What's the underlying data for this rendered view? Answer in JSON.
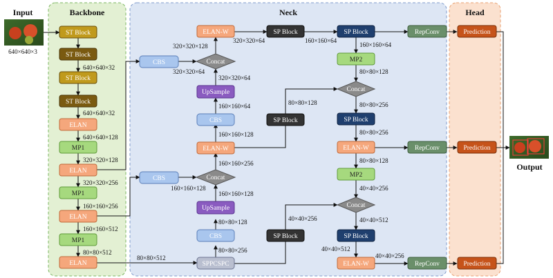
{
  "titles": {
    "input": "Input",
    "backbone": "Backbone",
    "neck": "Neck",
    "head": "Head",
    "output": "Output"
  },
  "input_size": "640×640×3",
  "colors": {
    "backbone_bg": "#e3f0d3",
    "backbone_border": "#7bb661",
    "neck_bg": "#dde6f4",
    "neck_border": "#7f9bcc",
    "head_bg": "#fbe1cf",
    "head_border": "#e8a070",
    "st_block": "#c09a1c",
    "st_block_dark": "#7a5a10",
    "elan": "#f5a77c",
    "mp": "#a6d97e",
    "cbs": "#a9c6ee",
    "upsample": "#8a5bc0",
    "concat": "#8a8a8a",
    "sp_dark": "#333333",
    "sp_blue": "#1f3f6e",
    "repconv": "#6a8f6a",
    "prediction": "#c6531a",
    "sppcspc": "#b9bfd0"
  },
  "nodes": {
    "b_st1": "ST Block",
    "b_st2": "ST Block",
    "b_st3": "ST Block",
    "b_st4": "ST Block",
    "b_elan1": "ELAN",
    "b_mp1": "MP1",
    "b_elan2": "ELAN",
    "b_mp2": "MP1",
    "b_elan3": "ELAN",
    "b_mp3": "MP1",
    "b_elan4": "ELAN",
    "n_elanw1": "ELAN-W",
    "n_sp1": "SP Block",
    "n_sp2": "SP Block",
    "n_repconv1": "RepConv",
    "n_cbs1": "CBS",
    "n_concat1": "Concat",
    "n_mp2a": "MP2",
    "n_upsample1": "UpSample",
    "n_concat2": "Concat",
    "n_cbs2": "CBS",
    "n_sp3": "SP Block",
    "n_sp4": "SP Block",
    "n_elanw2": "ELAN-W",
    "n_repconv2": "RepConv",
    "n_cbs3": "CBS",
    "n_concat3": "Concat",
    "n_mp2b": "MP2",
    "n_upsample2": "UpSample",
    "n_concat4": "Concat",
    "n_cbs4": "CBS",
    "n_sp5": "SP Block",
    "n_sp6": "SP Block",
    "n_sppcspc": "SPPCSPC",
    "n_elanw3": "ELAN-W",
    "n_repconv3": "RepConv",
    "h_pred1": "Prediction",
    "h_pred2": "Prediction",
    "h_pred3": "Prediction"
  },
  "labels": {
    "l01": "640×640×32",
    "l02": "640×640×32",
    "l03": "640×640×128",
    "l04": "320×320×128",
    "l05": "320×320×256",
    "l06": "160×160×256",
    "l07": "160×160×512",
    "l08": "80×80×512",
    "l09": "80×80×512",
    "l10": "320×320×128",
    "l11": "320×320×64",
    "l12": "320×320×64",
    "l13": "160×160×64",
    "l14": "160×160×64",
    "l15": "320×320×64",
    "l16": "80×80×128",
    "l17": "160×160×64",
    "l18": "80×80×128",
    "l19": "80×80×256",
    "l20": "160×160×128",
    "l21": "80×80×256",
    "l22": "160×160×256",
    "l23": "80×80×128",
    "l24": "160×160×128",
    "l25": "160×160×128",
    "l26": "40×40×256",
    "l27": "40×40×256",
    "l28": "80×80×128",
    "l29": "40×40×512",
    "l30": "80×80×256",
    "l31": "40×40×512",
    "l32": "40×40×256"
  }
}
